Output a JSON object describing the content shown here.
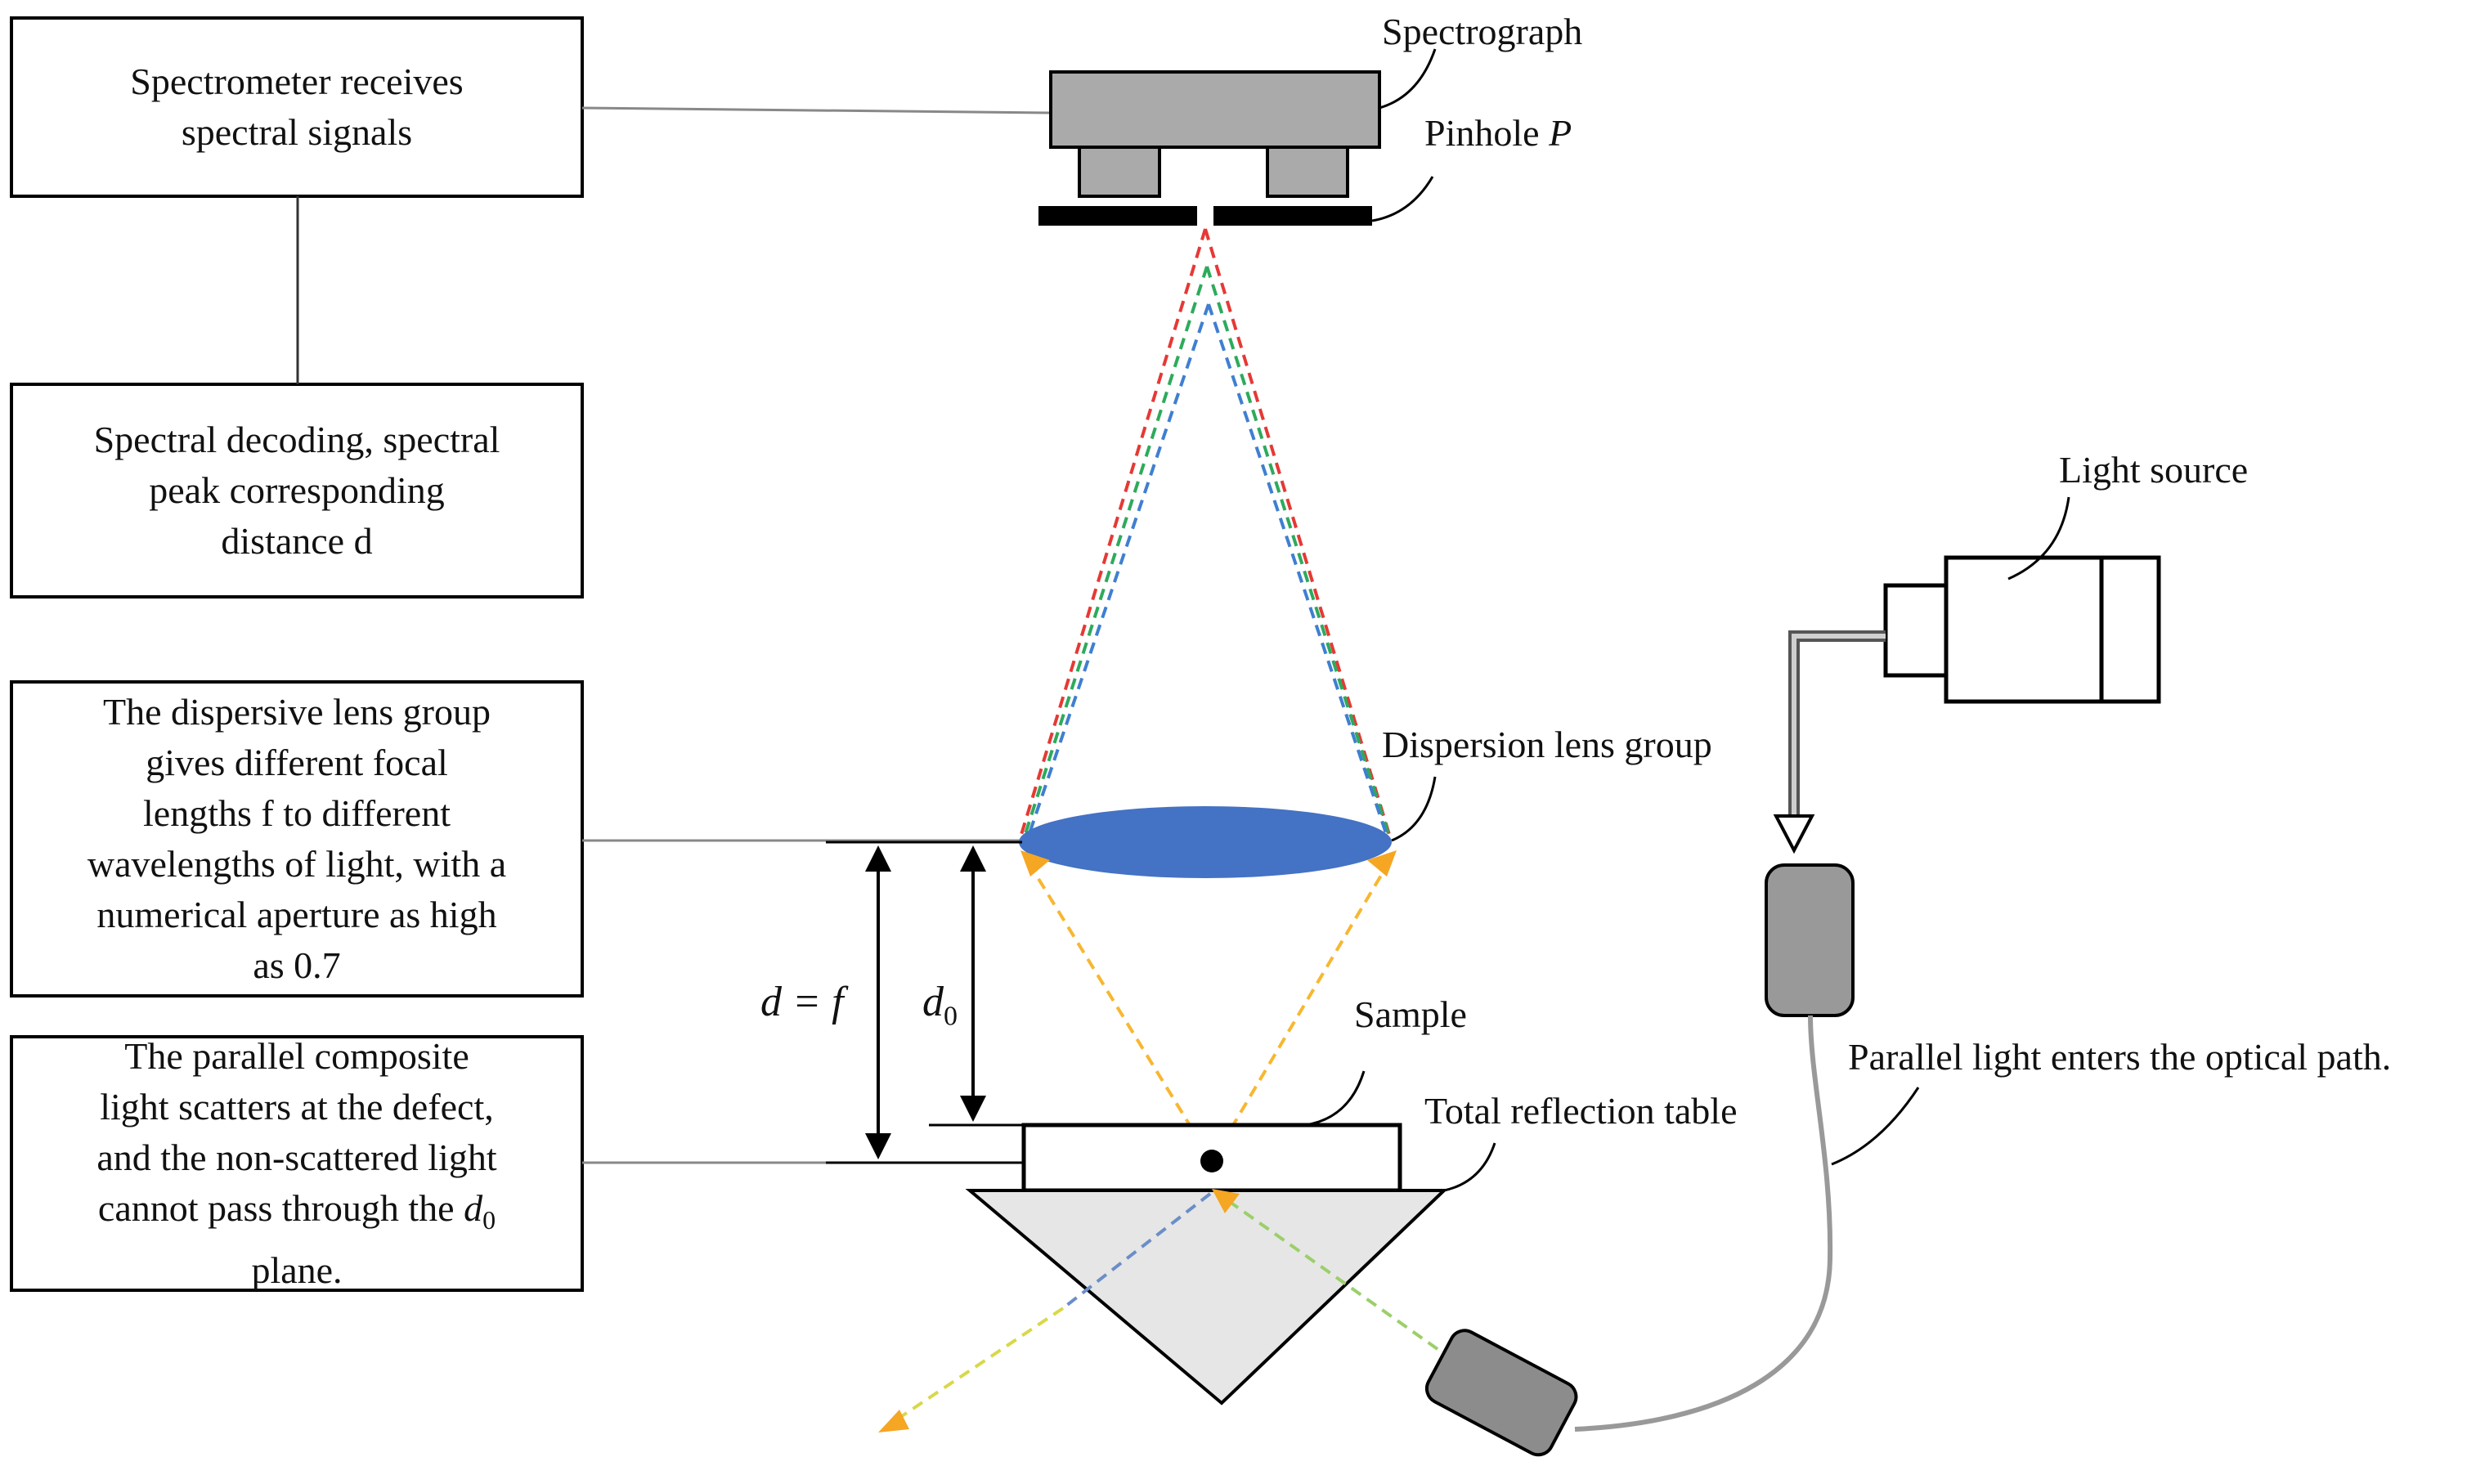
{
  "boxes": {
    "spectrometer": [
      "Spectrometer receives",
      "spectral signals"
    ],
    "decoding": [
      "Spectral decoding, spectral",
      "peak corresponding",
      "distance d"
    ],
    "dispersive": [
      "The dispersive lens group",
      "gives different focal",
      "lengths f to different",
      "wavelengths of light, with a",
      "numerical aperture as high",
      "as 0.7"
    ],
    "scatter": [
      "The parallel composite",
      "light scatters at the defect,",
      "and the non-scattered light",
      "cannot pass through the"
    ],
    "scatter_symbol": "d",
    "scatter_subscript": "0",
    "scatter_last": "plane."
  },
  "labels": {
    "spectrograph": "Spectrograph",
    "pinhole": "Pinhole",
    "pinhole_symbol": "P",
    "light_source": "Light source",
    "dispersion_lens": "Dispersion lens group",
    "sample": "Sample",
    "total_reflection": "Total reflection table",
    "parallel_light": "Parallel light enters the optical path."
  },
  "math": {
    "d_equals_f": "d = f",
    "d0_symbol": "d",
    "d0_subscript": "0"
  },
  "colors": {
    "red": "#e53935",
    "green": "#2eaa5c",
    "blue": "#3f7fd0",
    "yellow": "#f7b731",
    "arrowhead": "#f5a623",
    "lens": "#4472c4",
    "gray_component": "#aaaaaa",
    "prism": "#e6e6e6"
  }
}
